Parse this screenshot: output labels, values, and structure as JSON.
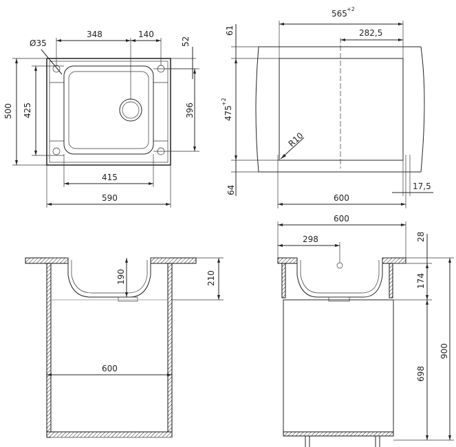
{
  "top_view": {
    "hole_diameter": "Ø35",
    "dim_348": "348",
    "dim_140": "140",
    "dim_52": "52",
    "dim_500": "500",
    "dim_425": "425",
    "dim_396": "396",
    "dim_415": "415",
    "dim_590": "590"
  },
  "cutout_view": {
    "dim_565": "565",
    "dim_565_tol": "+2",
    "dim_282_5": "282,5",
    "dim_61": "61",
    "dim_475": "475",
    "dim_475_tol": "+2",
    "radius": "R10",
    "dim_64": "64",
    "dim_600": "600",
    "dim_17_5": "17,5"
  },
  "front_view": {
    "dim_190": "190",
    "dim_210": "210",
    "dim_600": "600"
  },
  "side_view": {
    "dim_600": "600",
    "dim_298": "298",
    "dim_28": "28",
    "dim_174": "174",
    "dim_900": "900",
    "dim_698": "698"
  }
}
